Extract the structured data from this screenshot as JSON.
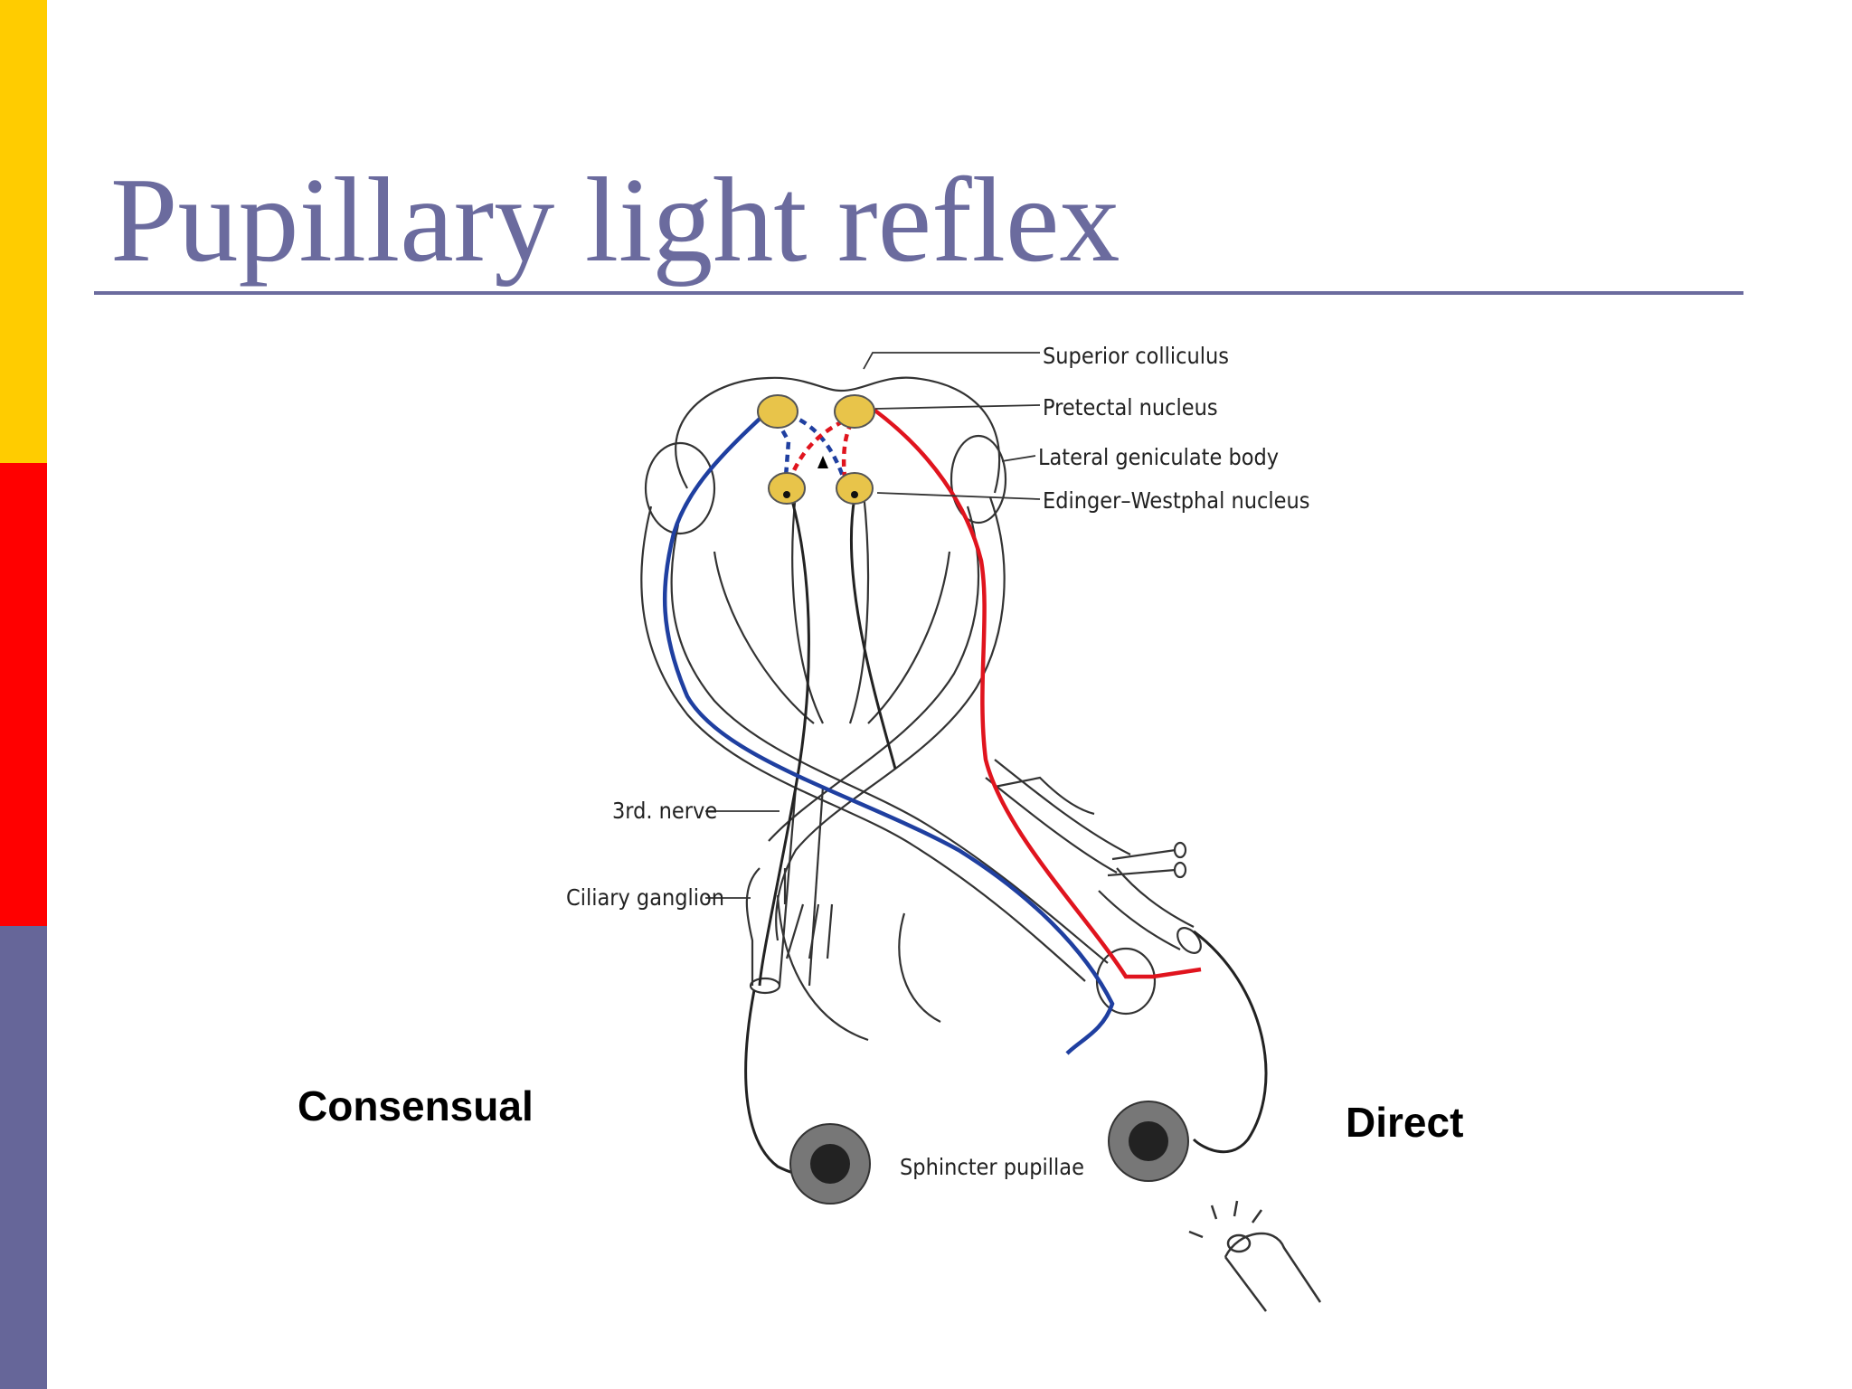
{
  "slide": {
    "title": "Pupillary light reflex",
    "colors": {
      "title": "#6B6B9E",
      "rule": "#6B6B9E",
      "stripe_top": "#FFCC00",
      "stripe_middle": "#FF0000",
      "stripe_bottom": "#666699"
    }
  },
  "diagram": {
    "labels": {
      "superior_colliculus": "Superior colliculus",
      "pretectal_nucleus": "Pretectal nucleus",
      "lateral_geniculate_body": "Lateral geniculate body",
      "edinger_westphal_nucleus": "Edinger–Westphal nucleus",
      "third_nerve": "3rd. nerve",
      "ciliary_ganglion": "Ciliary ganglion",
      "sphincter_pupillae": "Sphincter pupillae"
    },
    "side_labels": {
      "consensual": "Consensual",
      "direct": "Direct"
    },
    "colors": {
      "consensual_pathway": "#1F3FA0",
      "direct_pathway": "#E0141E",
      "nucleus_fill": "#E8C44A",
      "outline": "#333333"
    }
  }
}
